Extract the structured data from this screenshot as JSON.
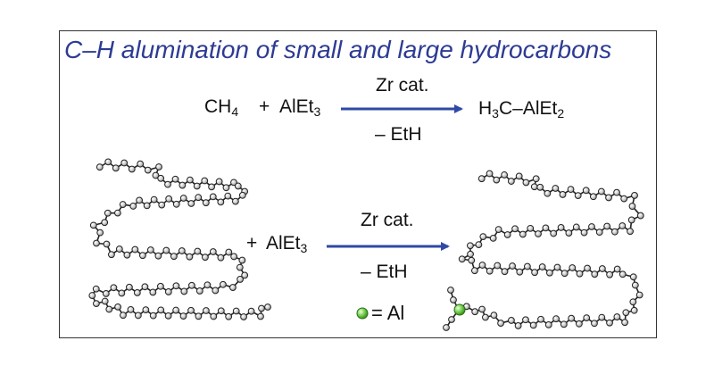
{
  "title": "C–H alumination of small and large hydrocarbons",
  "reaction_small": {
    "reactant1": "CH",
    "reactant1_sub": "4",
    "plus": "+",
    "reactant2": "AlEt",
    "reactant2_sub": "3",
    "catalyst": "Zr cat.",
    "byproduct": "– EtH",
    "product": "H",
    "product_sub1": "3",
    "product_mid": "C–AlEt",
    "product_sub2": "2"
  },
  "reaction_large": {
    "plus": "+",
    "reagent": "AlEt",
    "reagent_sub": "3",
    "catalyst": "Zr cat.",
    "byproduct": "– EtH"
  },
  "legend": {
    "label": "= Al"
  },
  "colors": {
    "title": "#2d3b93",
    "arrow": "#2f4aa6",
    "al_atom": "#5cc23a",
    "chain_atom": "#3a3a3a"
  }
}
